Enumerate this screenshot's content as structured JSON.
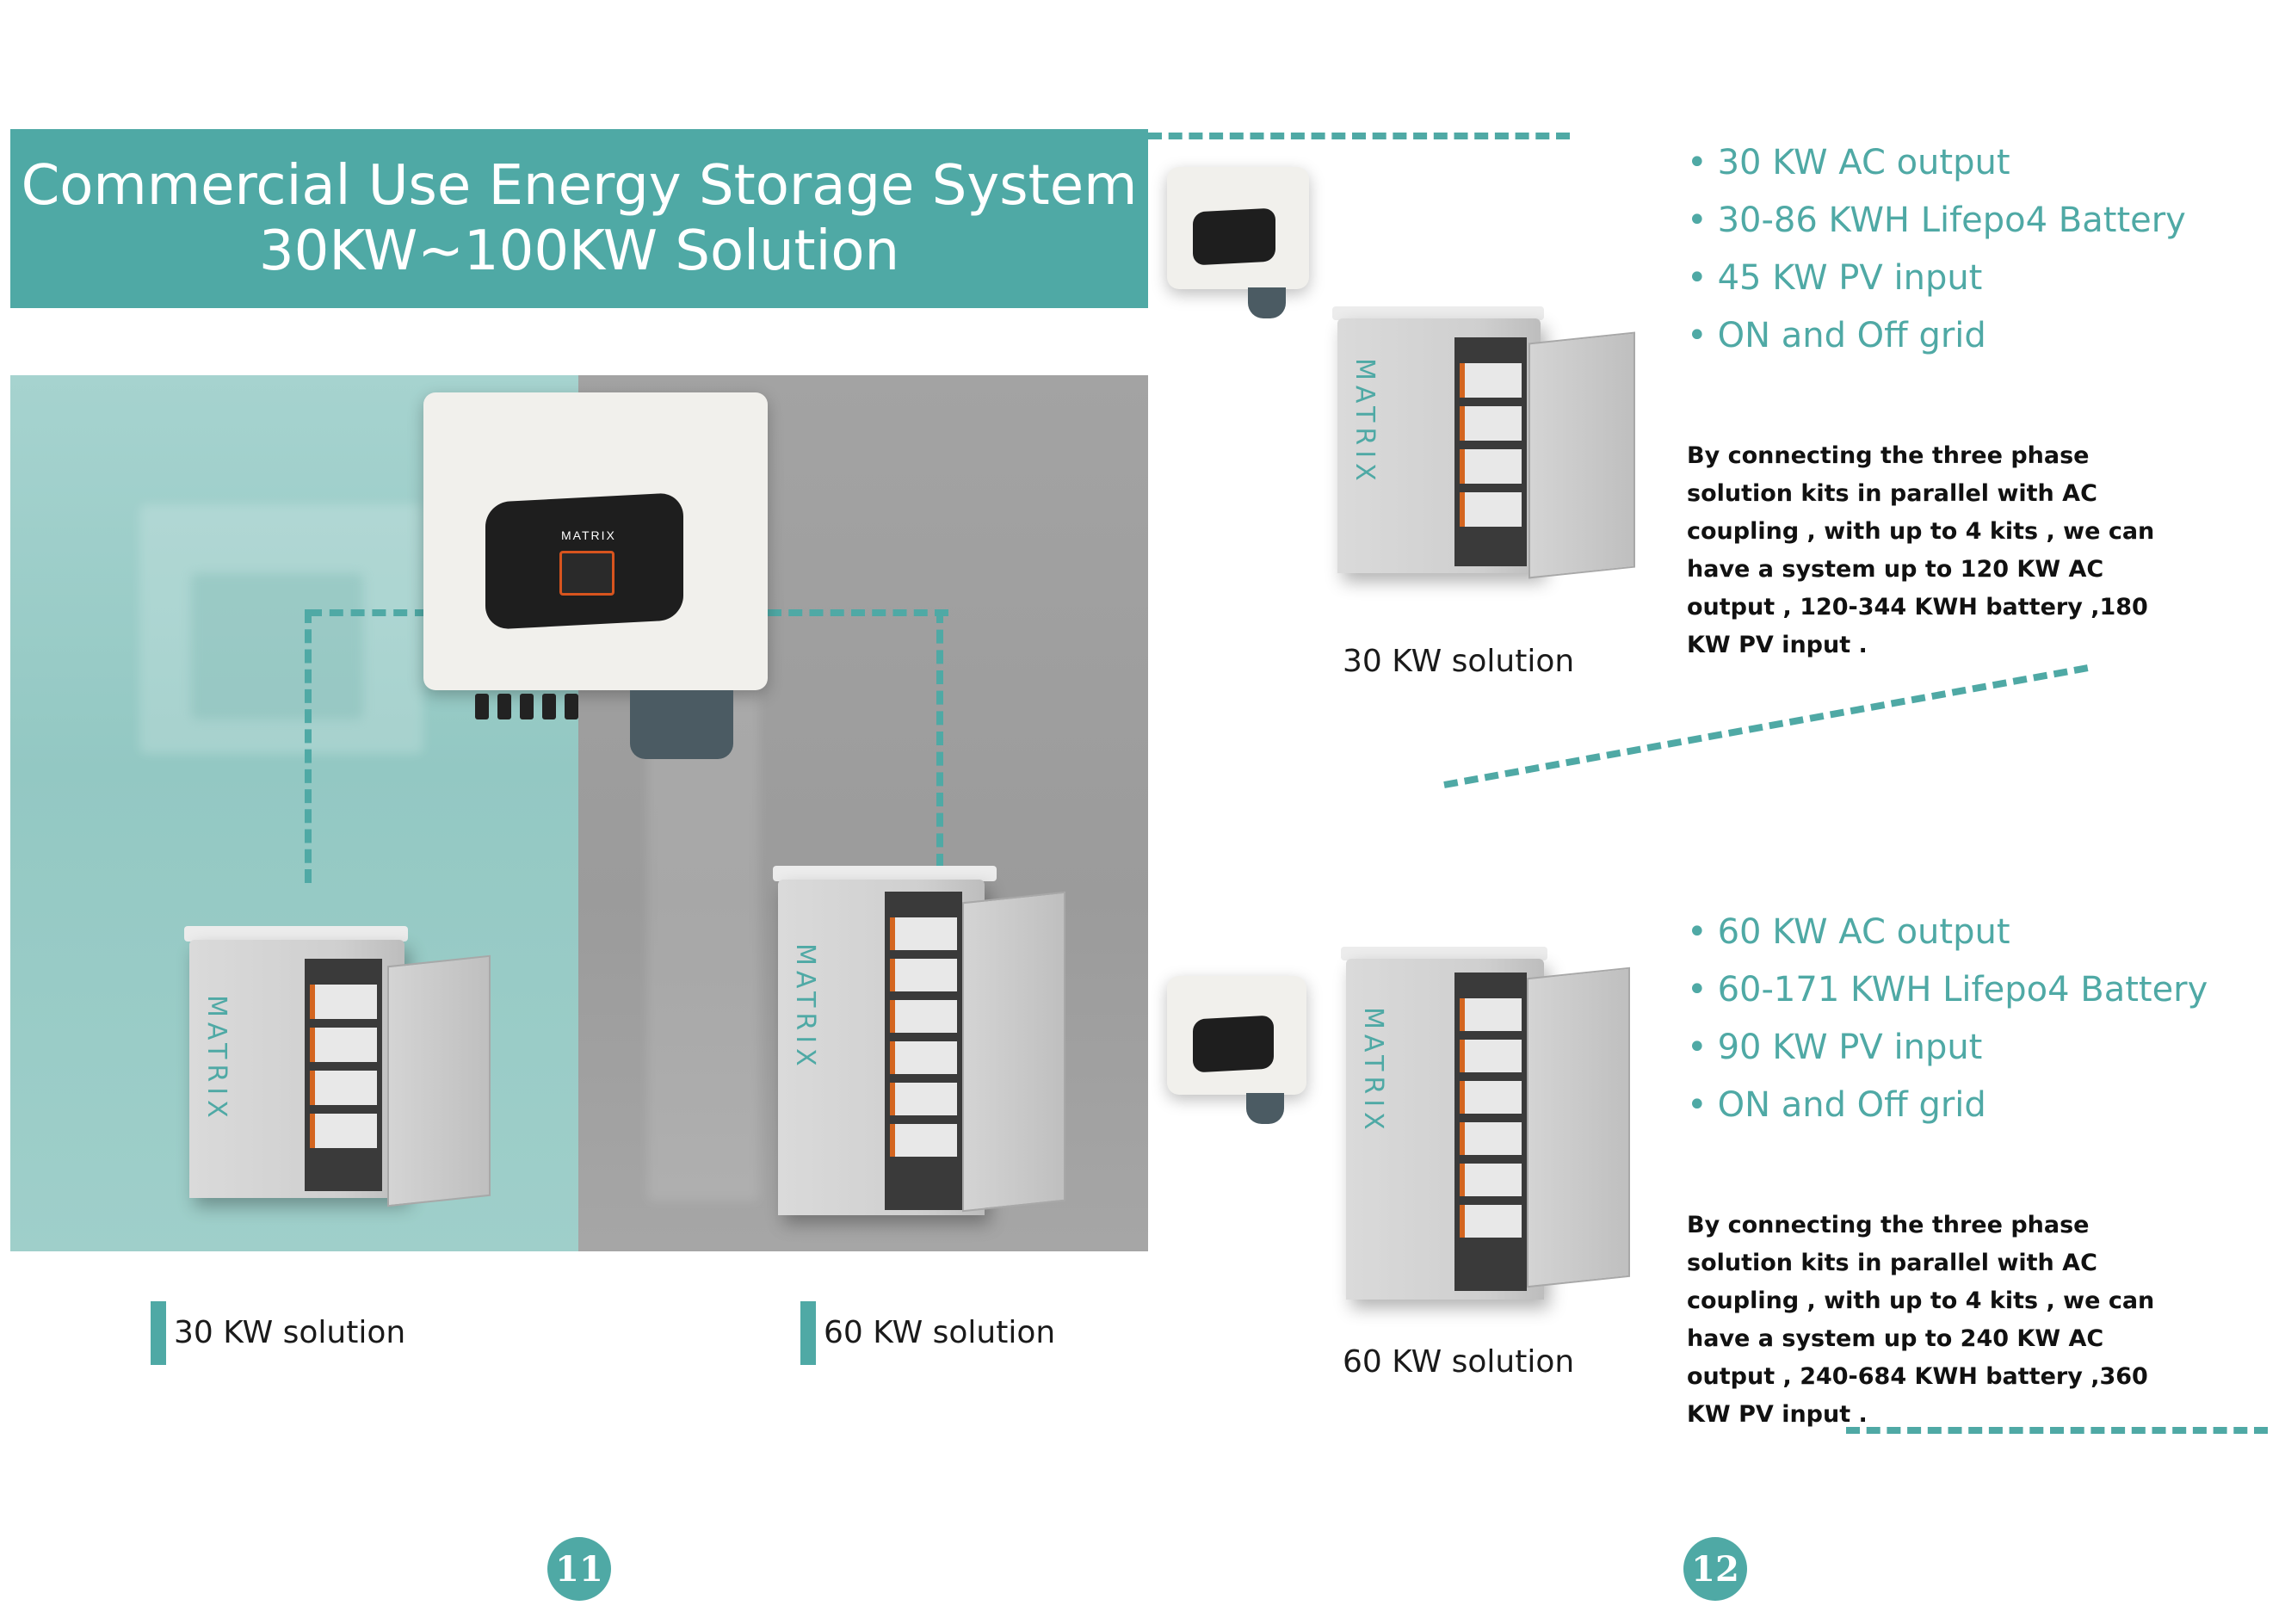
{
  "header": {
    "title_line1": "Commercial Use Energy Storage System",
    "title_line2": "30KW~100KW Solution"
  },
  "left_page": {
    "caption_30": "30 KW solution",
    "caption_60": "60 KW solution",
    "page_number": "11"
  },
  "brand": {
    "logo_text": "MATRIX",
    "accent_color": "#4fa9a5"
  },
  "right_page": {
    "solution_30": {
      "caption": "30 KW solution",
      "bullets": [
        "30 KW AC output",
        "30-86 KWH Lifepo4 Battery",
        "45 KW PV input",
        "ON and Off grid"
      ],
      "description": "By connecting the three phase solution kits in parallel with AC coupling , with up to 4 kits , we can have a system up to 120 KW AC output , 120-344 KWH battery ,180 KW PV input ."
    },
    "solution_60": {
      "caption": "60 KW solution",
      "bullets": [
        "60 KW AC output",
        "60-171 KWH Lifepo4 Battery",
        "90 KW PV input",
        "ON and Off grid"
      ],
      "description": "By connecting the three phase solution kits in parallel with AC coupling , with up to 4 kits , we can have a system up to 240 KW AC output , 240-684 KWH battery ,360 KW PV input ."
    },
    "page_number": "12"
  }
}
